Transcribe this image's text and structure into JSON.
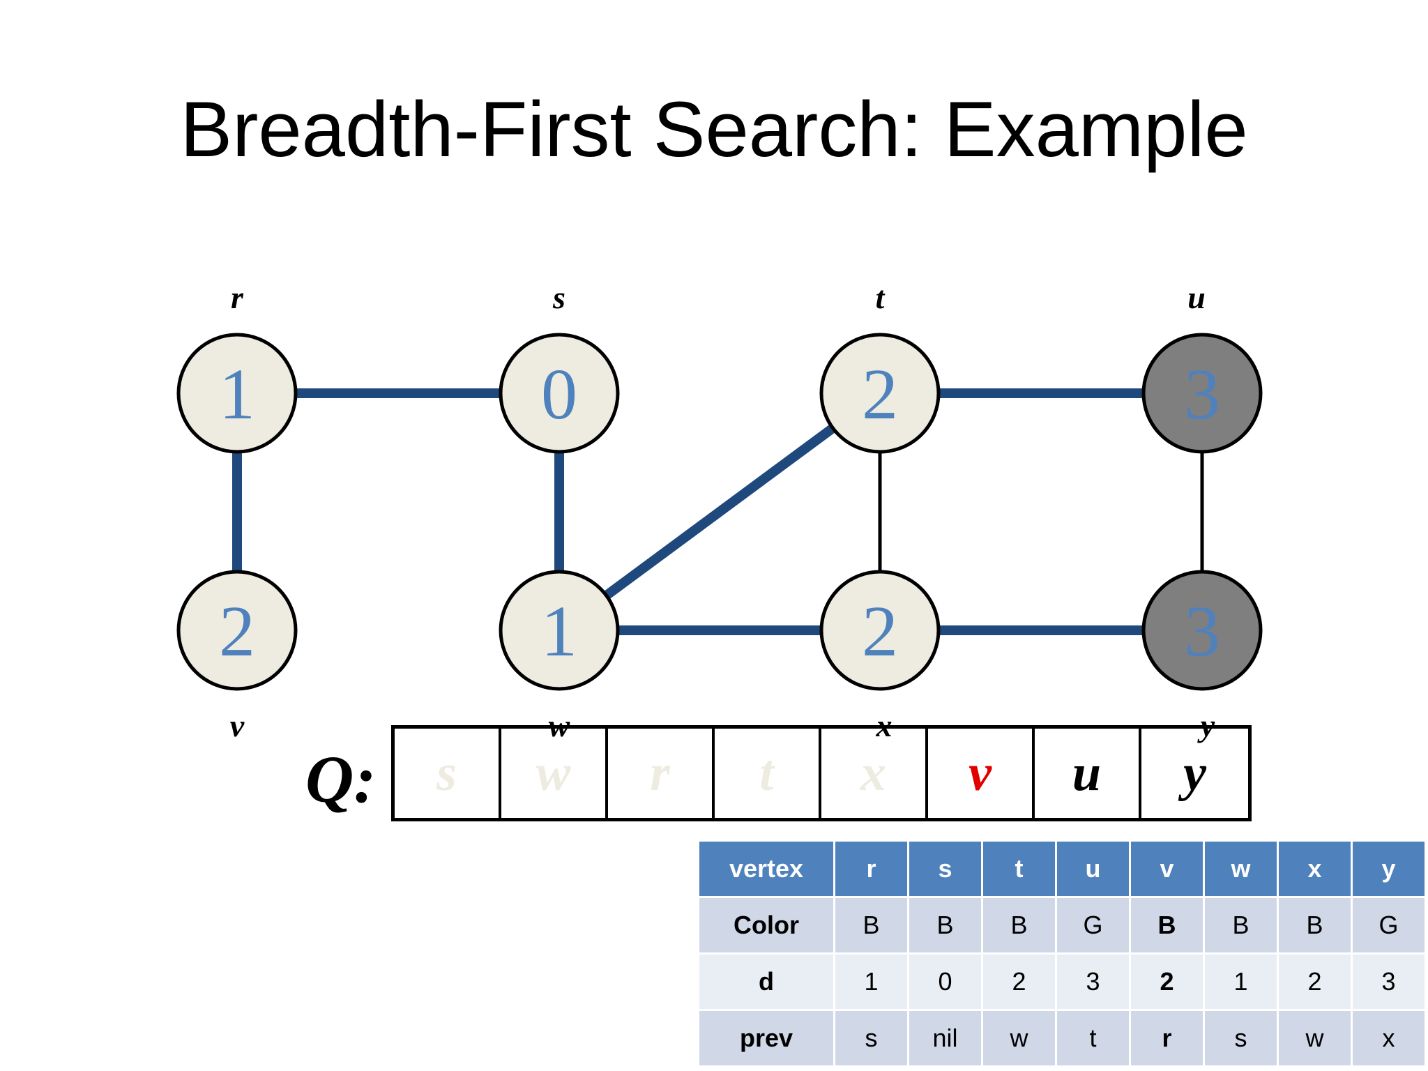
{
  "title": "Breadth-First Search: Example",
  "colors": {
    "edge_tree": "#1f497d",
    "edge_plain": "#000000",
    "node_fill_white": "#eeece1",
    "node_fill_gray": "#7f7f7f",
    "node_number": "#4f81bd",
    "queue_dequeued": "#eeece1",
    "queue_current": "#e00000",
    "queue_pending": "#000000",
    "table_header": "#4f81bd"
  },
  "graph": {
    "vertices": [
      {
        "id": "r",
        "label": "r",
        "d": "1",
        "state": "black"
      },
      {
        "id": "s",
        "label": "s",
        "d": "0",
        "state": "black"
      },
      {
        "id": "t",
        "label": "t",
        "d": "2",
        "state": "black"
      },
      {
        "id": "u",
        "label": "u",
        "d": "3",
        "state": "gray"
      },
      {
        "id": "v",
        "label": "v",
        "d": "2",
        "state": "black"
      },
      {
        "id": "w",
        "label": "w",
        "d": "1",
        "state": "black"
      },
      {
        "id": "x",
        "label": "x",
        "d": "2",
        "state": "black"
      },
      {
        "id": "y",
        "label": "y",
        "d": "3",
        "state": "gray"
      }
    ],
    "edges": [
      {
        "from": "r",
        "to": "s",
        "tree": true
      },
      {
        "from": "r",
        "to": "v",
        "tree": true
      },
      {
        "from": "s",
        "to": "w",
        "tree": true
      },
      {
        "from": "w",
        "to": "t",
        "tree": true
      },
      {
        "from": "w",
        "to": "x",
        "tree": true
      },
      {
        "from": "t",
        "to": "u",
        "tree": true
      },
      {
        "from": "x",
        "to": "y",
        "tree": true
      },
      {
        "from": "t",
        "to": "x",
        "tree": false
      },
      {
        "from": "u",
        "to": "y",
        "tree": false
      }
    ]
  },
  "queue": {
    "label": "Q:",
    "cells": [
      {
        "text": "s",
        "status": "dequeued"
      },
      {
        "text": "w",
        "status": "dequeued"
      },
      {
        "text": "r",
        "status": "dequeued"
      },
      {
        "text": "t",
        "status": "dequeued"
      },
      {
        "text": "x",
        "status": "dequeued"
      },
      {
        "text": "v",
        "status": "current"
      },
      {
        "text": "u",
        "status": "pending"
      },
      {
        "text": "y",
        "status": "pending"
      }
    ]
  },
  "table": {
    "header": [
      "vertex",
      "r",
      "s",
      "t",
      "u",
      "v",
      "w",
      "x",
      "y"
    ],
    "rows": [
      {
        "label": "Color",
        "values": [
          "B",
          "B",
          "B",
          "G",
          "B",
          "B",
          "B",
          "G"
        ]
      },
      {
        "label": "d",
        "values": [
          "1",
          "0",
          "2",
          "3",
          "2",
          "1",
          "2",
          "3"
        ]
      },
      {
        "label": "prev",
        "values": [
          "s",
          "nil",
          "w",
          "t",
          "r",
          "s",
          "w",
          "x"
        ]
      }
    ],
    "highlight_column": "v"
  }
}
